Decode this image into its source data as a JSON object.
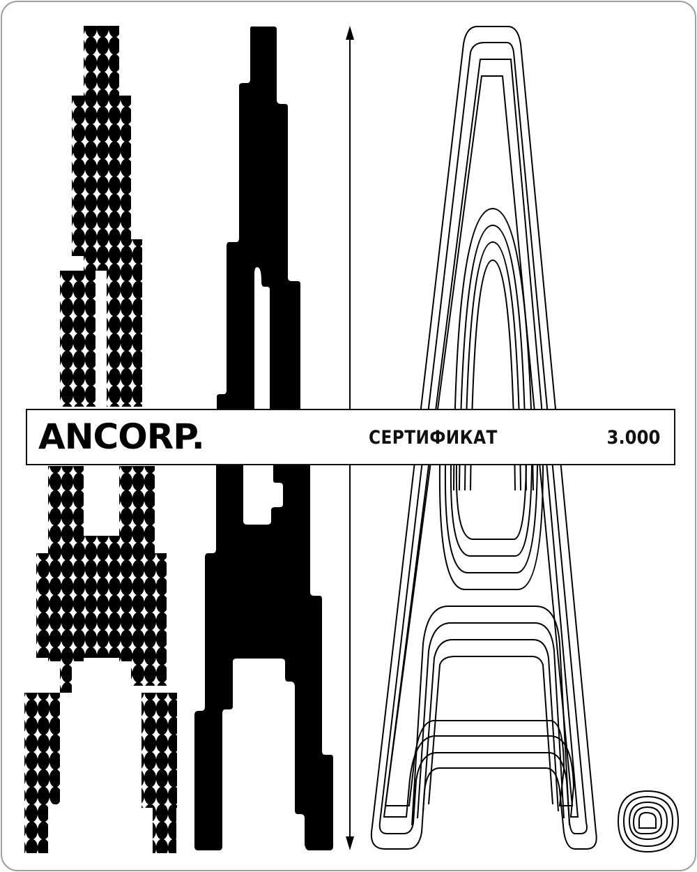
{
  "certificate": {
    "brand": {
      "logo_first": "A",
      "logo_second": "N",
      "logo_rest": "CORP.",
      "logo_full": "ANCORP."
    },
    "title": "СЕРТИФИКАТ",
    "amount": "3.000",
    "colors": {
      "ink": "#000000",
      "background": "#ffffff",
      "card_border": "#a0a0a0"
    },
    "artwork": {
      "glyphs": [
        {
          "name": "dotted-letter-a",
          "style": "dot-matrix"
        },
        {
          "name": "solid-pixel-letter-a",
          "style": "solid-stepped"
        },
        {
          "name": "outline-letter-a",
          "style": "concentric-outline"
        },
        {
          "name": "outline-letter-o",
          "style": "concentric-outline"
        }
      ],
      "arrow": "double-headed-vertical-arrow"
    }
  }
}
